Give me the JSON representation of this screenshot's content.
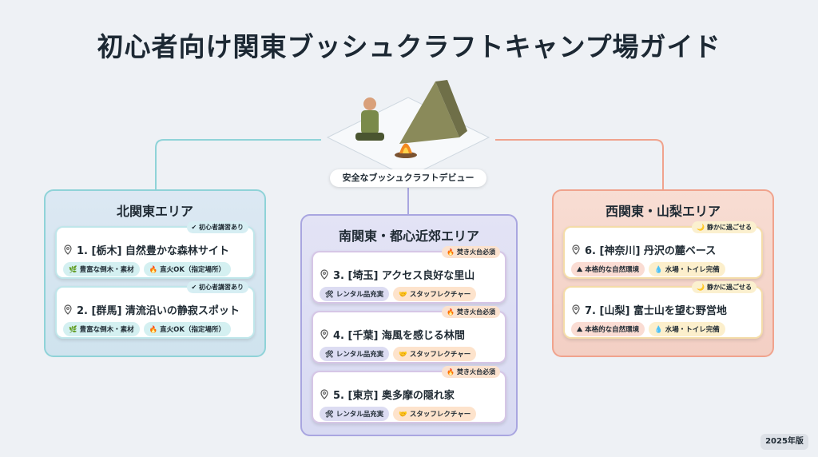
{
  "title": "初心者向け関東ブッシュクラフトキャンプ場ガイド",
  "hero_label": "安全なブッシュクラフトデビュー",
  "areas": [
    {
      "title": "北関東エリア",
      "sites": [
        {
          "name": "1. [栃木] 自然豊かな森林サイト",
          "badge_icon": "✔",
          "badge": "初心者講習あり",
          "tags": [
            {
              "icon": "🌿",
              "label": "豊富な倒木・素材"
            },
            {
              "icon": "🔥",
              "label": "直火OK（指定場所）"
            }
          ]
        },
        {
          "name": "2. [群馬] 清流沿いの静寂スポット",
          "badge_icon": "✔",
          "badge": "初心者講習あり",
          "tags": [
            {
              "icon": "🌿",
              "label": "豊富な倒木・素材"
            },
            {
              "icon": "🔥",
              "label": "直火OK（指定場所）"
            }
          ]
        }
      ]
    },
    {
      "title": "南関東・都心近郊エリア",
      "sites": [
        {
          "name": "3. [埼玉] アクセス良好な里山",
          "badge_icon": "🔥",
          "badge": "焚き火台必須",
          "tags": [
            {
              "icon": "🛠",
              "label": "レンタル品充実"
            },
            {
              "icon": "🤝",
              "label": "スタッフレクチャー"
            }
          ]
        },
        {
          "name": "4. [千葉] 海風を感じる林間",
          "badge_icon": "🔥",
          "badge": "焚き火台必須",
          "tags": [
            {
              "icon": "🛠",
              "label": "レンタル品充実"
            },
            {
              "icon": "🤝",
              "label": "スタッフレクチャー"
            }
          ]
        },
        {
          "name": "5. [東京] 奥多摩の隠れ家",
          "badge_icon": "🔥",
          "badge": "焚き火台必須",
          "tags": [
            {
              "icon": "🛠",
              "label": "レンタル品充実"
            },
            {
              "icon": "🤝",
              "label": "スタッフレクチャー"
            }
          ]
        }
      ]
    },
    {
      "title": "西関東・山梨エリア",
      "sites": [
        {
          "name": "6. [神奈川] 丹沢の麓ベース",
          "badge_icon": "🌙",
          "badge": "静かに過ごせる",
          "tags": [
            {
              "icon": "⛰",
              "label": "本格的な自然環境"
            },
            {
              "icon": "💧",
              "label": "水場・トイレ完備"
            }
          ]
        },
        {
          "name": "7. [山梨] 富士山を望む野営地",
          "badge_icon": "🌙",
          "badge": "静かに過ごせる",
          "tags": [
            {
              "icon": "⛰",
              "label": "本格的な自然環境"
            },
            {
              "icon": "💧",
              "label": "水場・トイレ完備"
            }
          ]
        }
      ]
    }
  ],
  "year": "2025年版"
}
